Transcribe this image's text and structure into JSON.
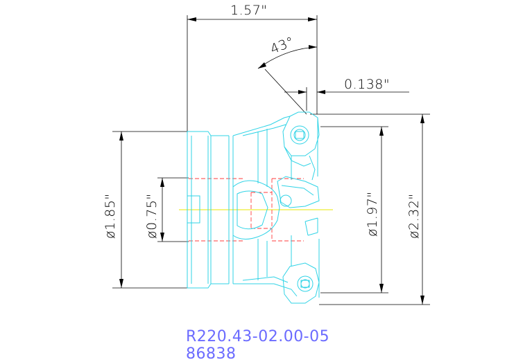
{
  "dimensions": {
    "overall_length": "1.57\"",
    "angle": "43°",
    "offset": "0.138\"",
    "shank_dia": "ø1.85\"",
    "bore_dia": "ø0.75\"",
    "body_dia": "ø1.97\"",
    "cutting_dia": "ø2.32\""
  },
  "part": {
    "code": "R220.43-02.00-05",
    "number": "86838"
  },
  "colors": {
    "outline": "#2fd3e6",
    "hidden": "#ff3b3b",
    "centerline": "#e8e800",
    "dimension": "#000000",
    "label": "#6b6bff"
  }
}
